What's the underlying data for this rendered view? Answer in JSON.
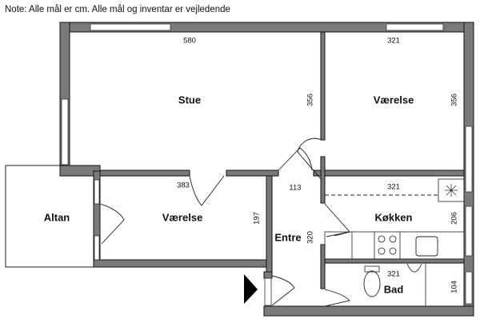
{
  "note": "Note: Alle mål er cm. Alle mål og inventar er vejledende",
  "rooms": {
    "stue": "Stue",
    "vaerelse_1": "Værelse",
    "vaerelse_2": "Værelse",
    "altan": "Altan",
    "entre": "Entre",
    "koekken": "Køkken",
    "bad": "Bad"
  },
  "dimensions": {
    "stue_width": "580",
    "stue_height": "356",
    "vaerelse1_width": "321",
    "vaerelse1_height": "356",
    "vaerelse2_width": "383",
    "vaerelse2_height": "197",
    "entre_width": "113",
    "entre_height": "320",
    "koekken_width": "321",
    "koekken_height": "206",
    "bad_width": "321",
    "bad_height": "104"
  },
  "colors": {
    "wall": "#7a7a7a",
    "outline": "#111111"
  }
}
